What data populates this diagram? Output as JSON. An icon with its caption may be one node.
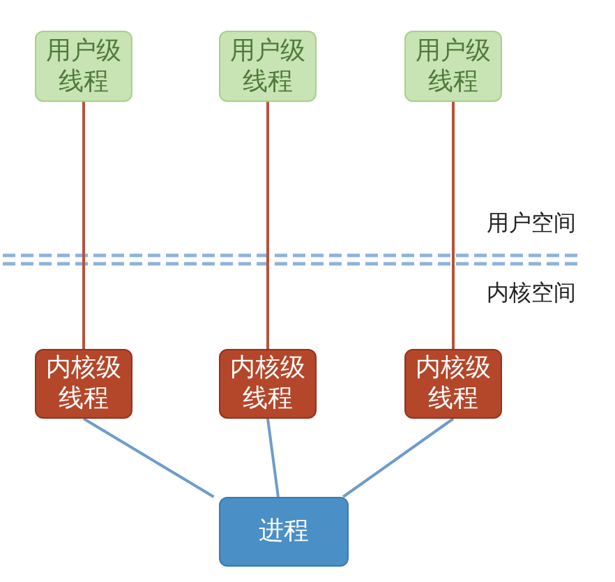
{
  "diagram": {
    "nodes": [
      {
        "text": [
          "用户级线程"
        ]
      },
      {
        "text": [
          "用户级线程"
        ]
      },
      {
        "text": [
          "用户级线程"
        ]
      },
      {
        "text": [
          "内核级线程"
        ]
      },
      {
        "text": [
          "内核级线程"
        ]
      },
      {
        "text": [
          "内核级线程"
        ]
      },
      {
        "text": [
          "进程"
        ]
      }
    ],
    "edges": [
      {
        "from": 0,
        "to": 3,
        "arrow": "none",
        "color": "#b5533c"
      },
      {
        "from": 1,
        "to": 4,
        "arrow": "none",
        "color": "#b5533c"
      },
      {
        "from": 2,
        "to": 5,
        "arrow": "none",
        "color": "#b5533c"
      },
      {
        "from": 3,
        "to": 6,
        "arrow": "none",
        "color": "#6f9cc9"
      },
      {
        "from": 4,
        "to": 6,
        "arrow": "none",
        "color": "#6f9cc9"
      },
      {
        "from": 5,
        "to": 6,
        "arrow": "none",
        "color": "#6f9cc9"
      }
    ],
    "labels": [
      "用户空间",
      "内核空间"
    ]
  }
}
